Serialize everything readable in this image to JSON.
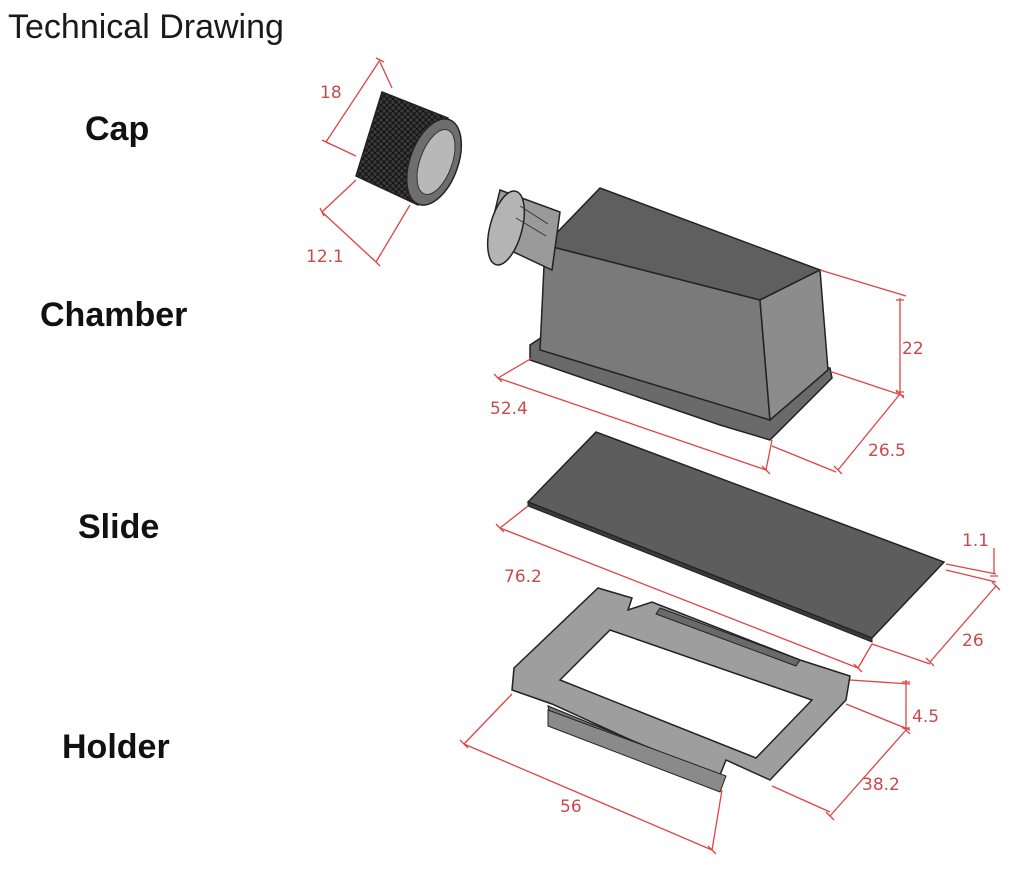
{
  "title": "Technical Drawing",
  "parts": {
    "cap": {
      "label": "Cap",
      "dimensions": {
        "diameter": "18",
        "length": "12.1"
      }
    },
    "chamber": {
      "label": "Chamber",
      "dimensions": {
        "length": "52.4",
        "height": "22",
        "width": "26.5"
      }
    },
    "slide": {
      "label": "Slide",
      "dimensions": {
        "length": "76.2",
        "thickness": "1.1",
        "width": "26"
      }
    },
    "holder": {
      "label": "Holder",
      "dimensions": {
        "length": "56",
        "height": "4.5",
        "width": "38.2"
      }
    }
  },
  "colors": {
    "dimension": "#c84a4a",
    "part_dark": "#5a5a5a",
    "part_mid": "#7a7a7a",
    "part_light": "#9a9a9a",
    "outline": "#222222"
  }
}
